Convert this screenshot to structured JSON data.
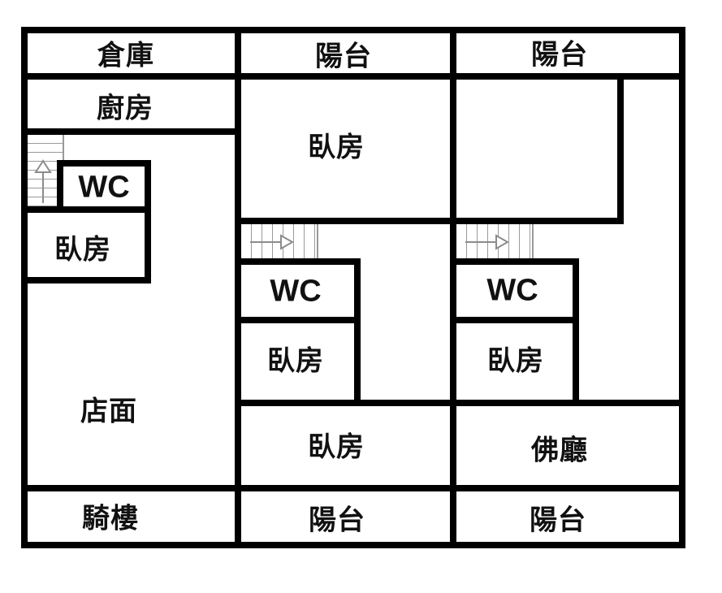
{
  "plan": {
    "type": "floor-plan",
    "background_color": "#ffffff",
    "wall_color": "#000000",
    "stair_line_color": "#9a9a9a",
    "text_color": "#111111",
    "rooms": [
      {
        "id": "storage-top-left",
        "label": "倉庫"
      },
      {
        "id": "balcony-top-middle",
        "label": "陽台"
      },
      {
        "id": "balcony-top-right",
        "label": "陽台"
      },
      {
        "id": "kitchen",
        "label": "廚房"
      },
      {
        "id": "wc-left",
        "label": "WC"
      },
      {
        "id": "bedroom-left",
        "label": "臥房"
      },
      {
        "id": "storefront",
        "label": "店面"
      },
      {
        "id": "arcade",
        "label": "騎樓"
      },
      {
        "id": "bedroom-middle-top",
        "label": "臥房"
      },
      {
        "id": "wc-middle",
        "label": "WC"
      },
      {
        "id": "bedroom-middle-box",
        "label": "臥房"
      },
      {
        "id": "bedroom-middle-bottom",
        "label": "臥房"
      },
      {
        "id": "balcony-bottom-middle",
        "label": "陽台"
      },
      {
        "id": "wc-right",
        "label": "WC"
      },
      {
        "id": "bedroom-right-box",
        "label": "臥房"
      },
      {
        "id": "buddha-hall",
        "label": "佛廳"
      },
      {
        "id": "balcony-bottom-right",
        "label": "陽台"
      }
    ],
    "stairs": [
      {
        "id": "staircase-left",
        "arrow_direction": "up"
      },
      {
        "id": "staircase-middle",
        "arrow_direction": "right"
      },
      {
        "id": "staircase-right",
        "arrow_direction": "right"
      }
    ]
  }
}
